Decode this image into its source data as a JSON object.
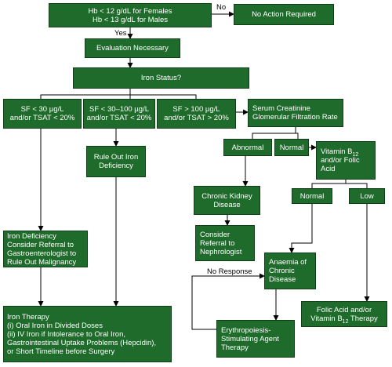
{
  "colors": {
    "box_fill": "#1f6b2b",
    "box_border": "#0f3e17",
    "box_text": "#ffffff",
    "connector": "#000000"
  },
  "nodes": {
    "hb": {
      "lines": [
        "Hb < 12 g/dL for Females",
        "Hb < 13 g/dL for Males"
      ]
    },
    "no_action": {
      "lines": [
        "No Action Required"
      ]
    },
    "evaluation": {
      "lines": [
        "Evaluation Necessary"
      ]
    },
    "iron_status": {
      "lines": [
        "Iron Status?"
      ]
    },
    "sf30": {
      "lines": [
        "SF < 30 µg/L",
        "and/or TSAT < 20%"
      ]
    },
    "sf30_100": {
      "lines": [
        "SF < 30–100 µg/L",
        "and/or TSAT < 20%"
      ]
    },
    "sf100": {
      "lines": [
        "SF > 100 µg/L",
        "and/or TSAT > 20%"
      ]
    },
    "creatinine": {
      "lines": [
        "Serum Creatinine",
        "Glomerular Filtration Rate"
      ]
    },
    "abnormal": {
      "lines": [
        "Abnormal"
      ]
    },
    "normal_gfr": {
      "lines": [
        "Normal"
      ]
    },
    "vitb12": {
      "lines": [
        "Vitamin B",
        "and/or Folic",
        "Acid"
      ],
      "subscript": "12"
    },
    "rule_out": {
      "lines": [
        "Rule Out Iron",
        "Deficiency"
      ]
    },
    "ckd": {
      "lines": [
        "Chronic Kidney",
        "Disease"
      ]
    },
    "normal_b12": {
      "lines": [
        "Normal"
      ]
    },
    "low_b12": {
      "lines": [
        "Low"
      ]
    },
    "nephrologist": {
      "lines": [
        "Consider",
        "Referral to",
        "Nephrologist"
      ]
    },
    "iron_def": {
      "lines": [
        "Iron Deficiency",
        "Consider Referral to",
        "Gastroenterologist to",
        "Rule Out Malignancy"
      ]
    },
    "anaemia": {
      "lines": [
        "Anaemia of",
        "Chronic",
        "Disease"
      ]
    },
    "folic": {
      "lines": [
        "Folic Acid and/or",
        "Vitamin B",
        " Therapy"
      ],
      "subscript": "12"
    },
    "iron_therapy": {
      "lines": [
        "Iron Therapy",
        "(i) Oral Iron in Divided Doses",
        "(ii) IV Iron if Intolerance to Oral Iron,",
        "Gastrointestinal Uptake Problems (Hepcidin),",
        "or Short Timeline before Surgery"
      ]
    },
    "esa": {
      "lines": [
        "Erythropoiesis-",
        "Stimulating Agent",
        "Therapy"
      ]
    }
  },
  "labels": {
    "no": "No",
    "yes": "Yes",
    "no_response": "No Response"
  }
}
